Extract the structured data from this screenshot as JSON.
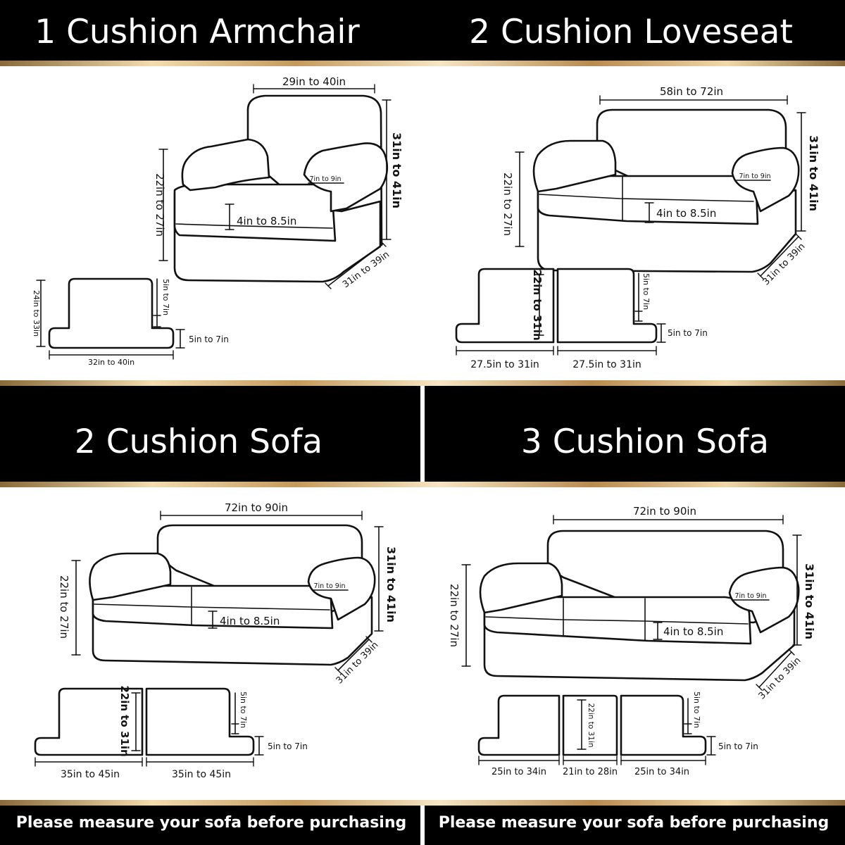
{
  "panels": [
    {
      "title": "1 Cushion Armchair",
      "labels": {
        "width": "29in to 40in",
        "height": "31in to 41in",
        "arm_height": "22in to 27in",
        "arm": "7in to 9in",
        "cushion": "4in to 8.5in",
        "depth": "31in to 39in",
        "seat_depth": "24in to 33in",
        "seat_width": "32in to 40in",
        "flap_side": "5in to 7in",
        "flap_front": "5in to 7in"
      }
    },
    {
      "title": "2 Cushion Loveseat",
      "labels": {
        "width": "58in to 72in",
        "height": "31in to 41in",
        "arm_height": "22in to 27in",
        "arm": "7in to 9in",
        "cushion": "4in to 8.5in",
        "depth": "31in to 39in",
        "seat_depth": "22in to 31in",
        "flap_side": "5in to 7in",
        "flap_front": "5in to 7in",
        "seg_1": "27.5in to 31in",
        "seg_2": "27.5in to 31in"
      }
    },
    {
      "title": "2 Cushion Sofa",
      "labels": {
        "width": "72in to 90in",
        "height": "31in to 41in",
        "arm_height": "22in to 27in",
        "arm": "7in to 9in",
        "cushion": "4in to 8.5in",
        "depth": "31in to 39in",
        "seat_depth": "22in to 31in",
        "flap_side": "5in to 7in",
        "flap_front": "5in to 7in",
        "seg_1": "35in to 45in",
        "seg_2": "35in to 45in"
      }
    },
    {
      "title": "3 Cushion Sofa",
      "labels": {
        "width": "72in to 90in",
        "height": "31in to 41in",
        "arm_height": "22in to 27in",
        "arm": "7in to 9in",
        "cushion": "4in to 8.5in",
        "depth": "31in to 39in",
        "seat_depth": "22in to 31in",
        "flap_side": "5in to 7in",
        "flap_front": "5in to 7in",
        "seg_1": "25in to 34in",
        "seg_2": "21in to 28in",
        "seg_3": "25in to 34in"
      }
    }
  ],
  "footer": {
    "left": "Please measure your sofa before purchasing",
    "right": "Please measure your sofa before purchasing"
  }
}
